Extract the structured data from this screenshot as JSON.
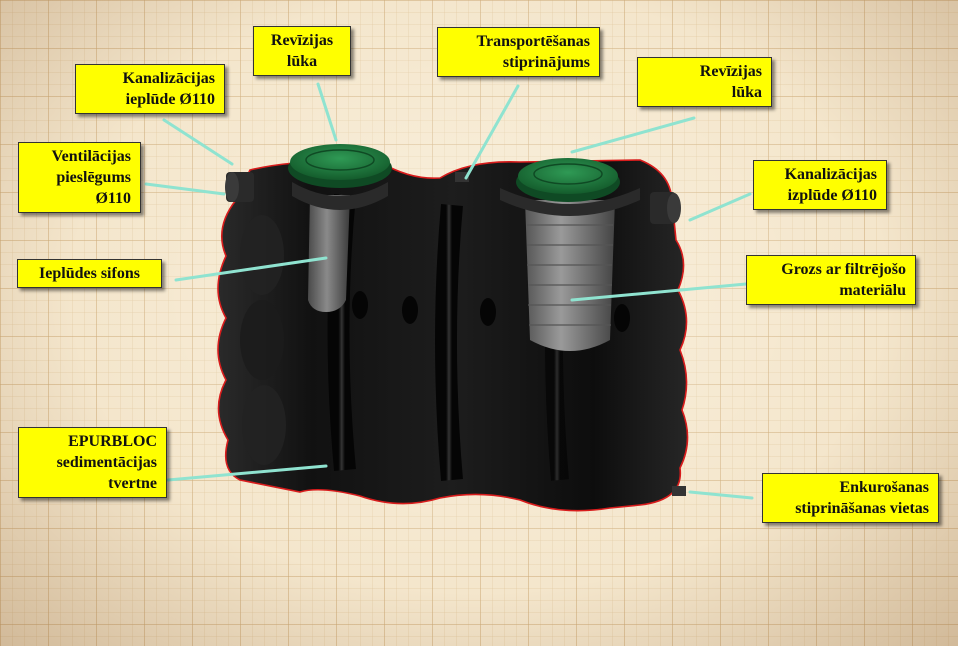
{
  "labels": {
    "revizijas_luka_left": [
      "Revīzijas",
      "lūka"
    ],
    "transporta": [
      "Transportēšanas",
      "stiprinājums"
    ],
    "revizijas_luka_right": [
      "Revīzijas",
      "lūka"
    ],
    "kanalizacijas_ieplude": [
      "Kanalizācijas",
      "ieplūde Ø110"
    ],
    "ventilacijas": [
      "Ventilācijas",
      "pieslēgums",
      "Ø110"
    ],
    "kanalizacijas_izplude": [
      "Kanalizācijas",
      "izplūde Ø110"
    ],
    "ieplude_sifons": [
      "Ieplūdes sifons"
    ],
    "grozs": [
      "Grozs ar filtrējošo",
      "materiālu"
    ],
    "epurbloc": [
      "EPURBLOC",
      "sedimentācijas",
      "tvertne"
    ],
    "enkurosanas": [
      "Enkurošanas",
      "stiprināšanas vietas"
    ]
  },
  "colors": {
    "label_bg": "#ffff00",
    "leader_line": "#8fe3d0",
    "tank_body": "#141414",
    "tank_outline": "#d81c1c",
    "lid": "#1f7a3e"
  }
}
